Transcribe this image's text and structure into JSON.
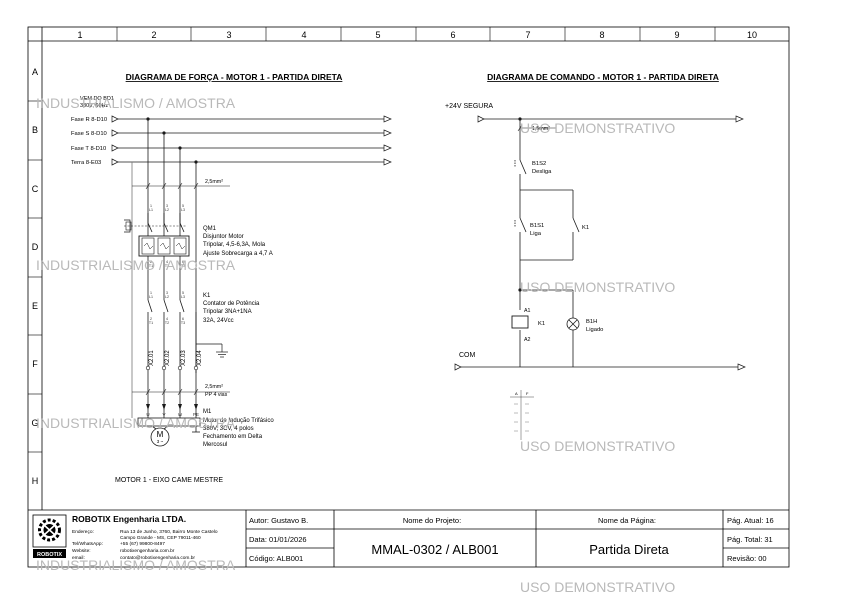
{
  "grid": {
    "columns": [
      "1",
      "2",
      "3",
      "4",
      "5",
      "6",
      "7",
      "8",
      "9",
      "10"
    ],
    "rows": [
      "A",
      "B",
      "C",
      "D",
      "E",
      "F",
      "G",
      "H"
    ]
  },
  "power": {
    "title": "DIAGRAMA DE FORÇA - MOTOR 1 - PARTIDA DIRETA",
    "source_line1": "VEM DO BD1",
    "source_line2": "380V, 60Hz",
    "phases": [
      {
        "label": "Fase R  8-D10"
      },
      {
        "label": "Fase S  8-D10"
      },
      {
        "label": "Fase T  8-D10"
      },
      {
        "label": "Terra    8-E03"
      }
    ],
    "cable_top": "2,5mm²",
    "breaker": {
      "tag": "QM1",
      "desc1": "Disjuntor Motor",
      "desc2": "Tripolar, 4,5-6,3A, Mola",
      "desc3": "Ajuste Sobrecarga a 4,7 A",
      "top_terms": [
        "1",
        "3",
        "5"
      ],
      "top_terms2": [
        "L1",
        "L2",
        "L3"
      ],
      "bot_terms": [
        "2",
        "4",
        "6"
      ],
      "bot_terms2": [
        "T1",
        "T2",
        "T3"
      ]
    },
    "contactor": {
      "tag": "K1",
      "desc1": "Contator de Potência",
      "desc2": "Tripolar 3NA+1NA",
      "desc3": "32A, 24Vcc",
      "top_terms": [
        "1",
        "3",
        "5"
      ],
      "top_terms2": [
        "L1",
        "L2",
        "L3"
      ],
      "bot_terms": [
        "2",
        "4",
        "6"
      ],
      "bot_terms2": [
        "T1",
        "T2",
        "T3"
      ]
    },
    "terminals": [
      "X2.01",
      "X2.02",
      "X2.03",
      "X2.04"
    ],
    "cable_motor1": "2,5mm²",
    "cable_motor2": "PP 4 vias",
    "motor": {
      "tag": "M1",
      "desc1": "Motor de Indução Trifásico",
      "desc2": "380V, 3CV, 4 polos",
      "desc3": "Fechamento em Delta",
      "desc4": "Mercosul",
      "terms": [
        "U",
        "V",
        "W",
        "PE"
      ],
      "symbol": "M",
      "symbol2": "3 ~"
    },
    "footer_label": "MOTOR 1 - EIXO CAME MESTRE"
  },
  "control": {
    "title": "DIAGRAMA DE COMANDO - MOTOR 1 - PARTIDA DIRETA",
    "supply_label": "+24V SEGURA",
    "cable": "1,5mm²",
    "stop_tag": "B1S2",
    "stop_desc": "Desliga",
    "start_tag": "B1S1",
    "start_desc": "Liga",
    "seal_tag": "K1",
    "coil_tag": "K1",
    "coil_a1": "A1",
    "coil_a2": "A2",
    "lamp_tag": "B1H",
    "lamp_desc": "Ligado",
    "com_label": "COM",
    "contact_table_header": [
      "A",
      "F"
    ]
  },
  "watermarks": {
    "industrial": "INDUSTRIALISMO / AMOSTRA",
    "uso": "USO DEMONSTRATIVO"
  },
  "titleblock": {
    "company": "ROBOTIX Engenharia LTDA.",
    "logo_text": "ROBOTIX",
    "address_label": "Endereço:",
    "address1": "Rua 13 de Junho, 3760, Bairro Monte Castelo",
    "address2": "Campo Grande - MS, CEP 79011-460",
    "phone_label": "Tel/WhatsApp:",
    "phone": "+55 (67) 99800-8497",
    "website_label": "Website:",
    "website": "robotixengenharia.com.br",
    "email_label": "email:",
    "email": "contato@robotixengenharia.com.br",
    "author": "Autor: Gustavo B.",
    "date": "Data: 01/01/2026",
    "code": "Código: ALB001",
    "project_label": "Nome do Projeto:",
    "project_name": "MMAL-0302 / ALB001",
    "page_label": "Nome da Página:",
    "page_name": "Partida Direta",
    "page_current": "Pág. Atual: 16",
    "page_total": "Pág. Total: 31",
    "revision": "Revisão: 00"
  },
  "colors": {
    "line": "#1a1a1a",
    "grid": "#000000",
    "watermark": "#b9b9b9"
  }
}
